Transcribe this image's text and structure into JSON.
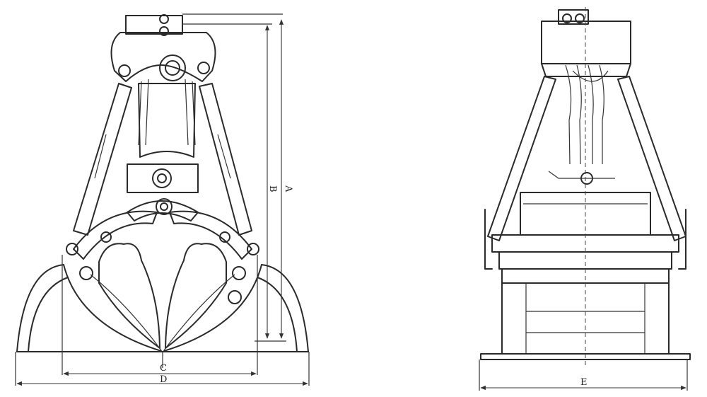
{
  "figure": {
    "views": [
      "front-view",
      "side-view"
    ],
    "dimension_labels": {
      "A": "A",
      "B": "B",
      "C": "C",
      "D": "D",
      "E": "E"
    },
    "line_color": "#2a2a2a",
    "background": "#ffffff"
  }
}
